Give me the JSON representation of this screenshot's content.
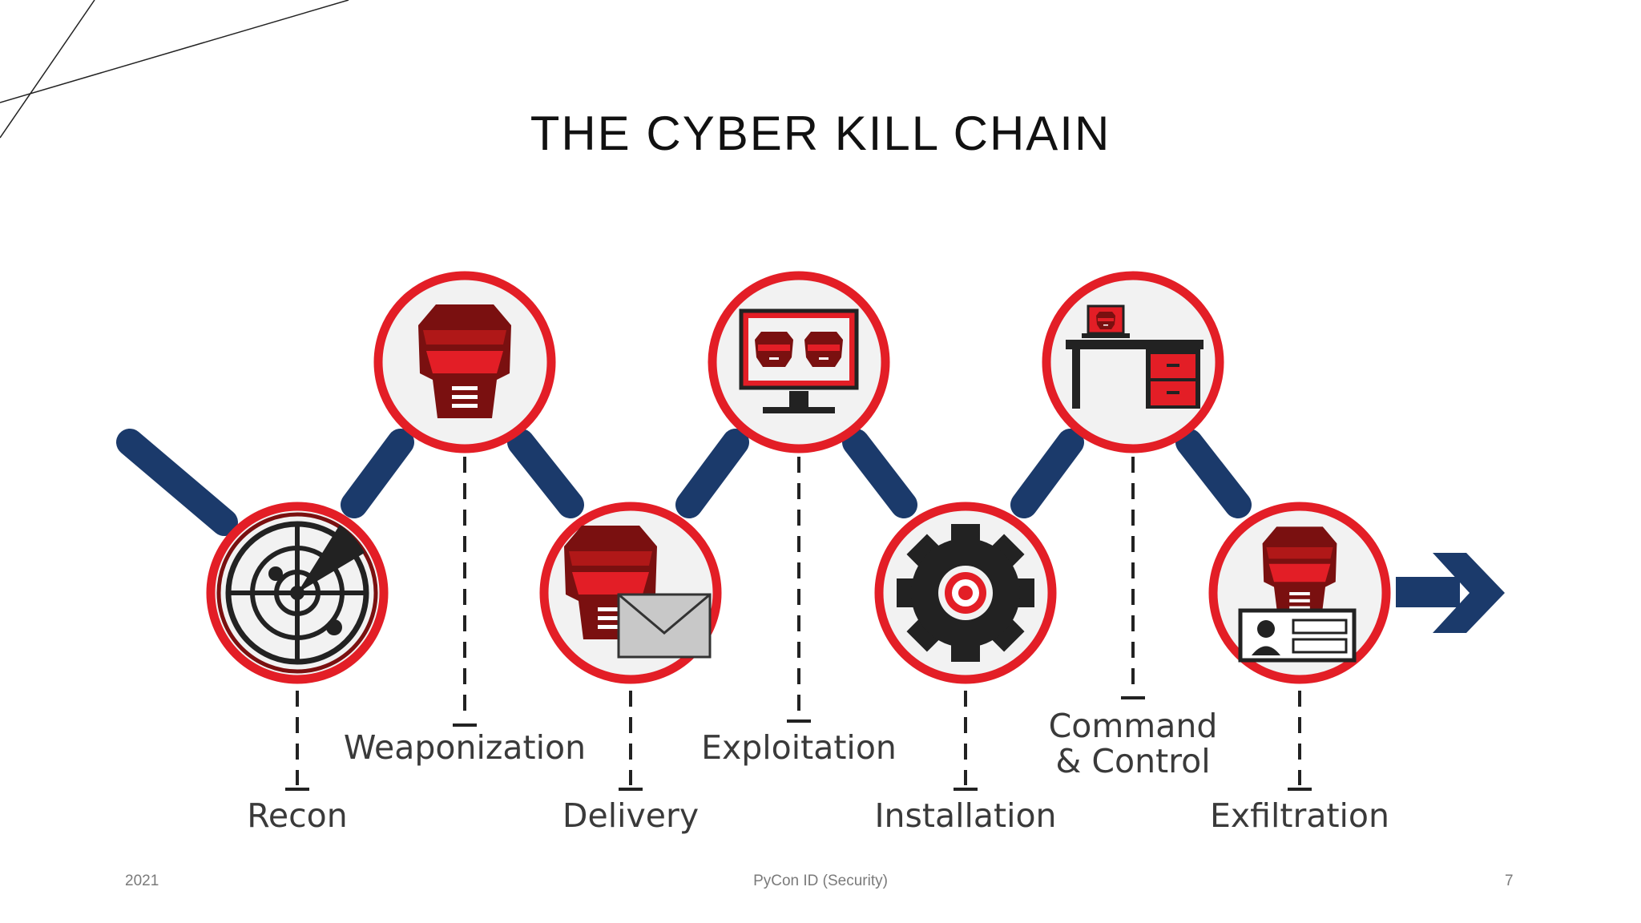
{
  "slide": {
    "title": "THE CYBER KILL CHAIN",
    "footer_left": "2021",
    "footer_center": "PyCon ID (Security)",
    "footer_right": "7"
  },
  "stages": [
    {
      "label": "Recon",
      "icon": "radar-icon"
    },
    {
      "label": "Weaponization",
      "icon": "robot-head-icon"
    },
    {
      "label": "Delivery",
      "icon": "robot-with-envelope-icon"
    },
    {
      "label": "Exploitation",
      "icon": "monitor-robots-icon"
    },
    {
      "label": "Installation",
      "icon": "gear-target-icon"
    },
    {
      "label": "Command",
      "label2": "& Control",
      "icon": "desk-laptop-icon"
    },
    {
      "label": "Exfiltration",
      "icon": "robot-id-card-icon"
    }
  ],
  "colors": {
    "ring": "#e31e26",
    "connector": "#1b3a6b",
    "robot_dark": "#7a1010",
    "robot_red": "#e31e26",
    "circle_fill": "#f2f2f2"
  }
}
